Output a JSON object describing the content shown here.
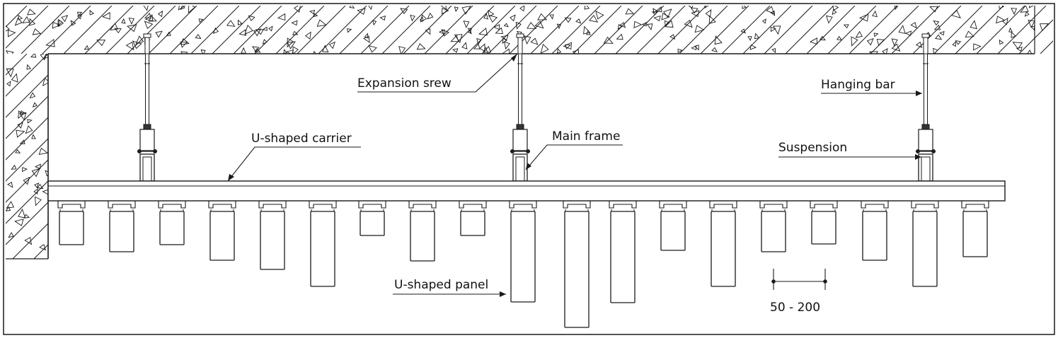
{
  "labels": {
    "expansion_screw": "Expansion srew",
    "hanging_bar": "Hanging bar",
    "u_shaped_carrier": "U-shaped carrier",
    "main_frame": "Main frame",
    "suspension": "Suspension",
    "u_shaped_panel": "U-shaped panel",
    "dimension": "50 - 200"
  },
  "colors": {
    "line": "#1a1a1a",
    "background": "#ffffff"
  }
}
